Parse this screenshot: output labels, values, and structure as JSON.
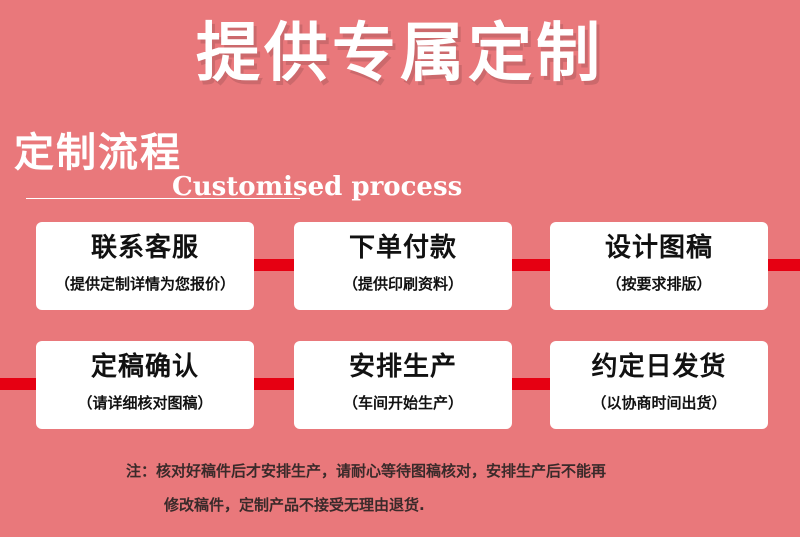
{
  "header": {
    "title": "提供专属定制"
  },
  "section": {
    "title": "定制流程",
    "subtitle": "Customised process"
  },
  "steps": [
    {
      "main": "联系客服",
      "sub": "（提供定制详情为您报价）"
    },
    {
      "main": "下单付款",
      "sub": "（提供印刷资料）"
    },
    {
      "main": "设计图稿",
      "sub": "（按要求排版）"
    },
    {
      "main": "定稿确认",
      "sub": "（请详细核对图稿）"
    },
    {
      "main": "安排生产",
      "sub": "（车间开始生产）"
    },
    {
      "main": "约定日发货",
      "sub": "（以协商时间出货）"
    }
  ],
  "note": {
    "line1": "注：核对好稿件后才安排生产，请耐心等待图稿核对，安排生产后不能再",
    "line2": "修改稿件，定制产品不接受无理由退货."
  },
  "colors": {
    "background": "#e9787b",
    "connector": "#e60012",
    "card": "#ffffff"
  }
}
